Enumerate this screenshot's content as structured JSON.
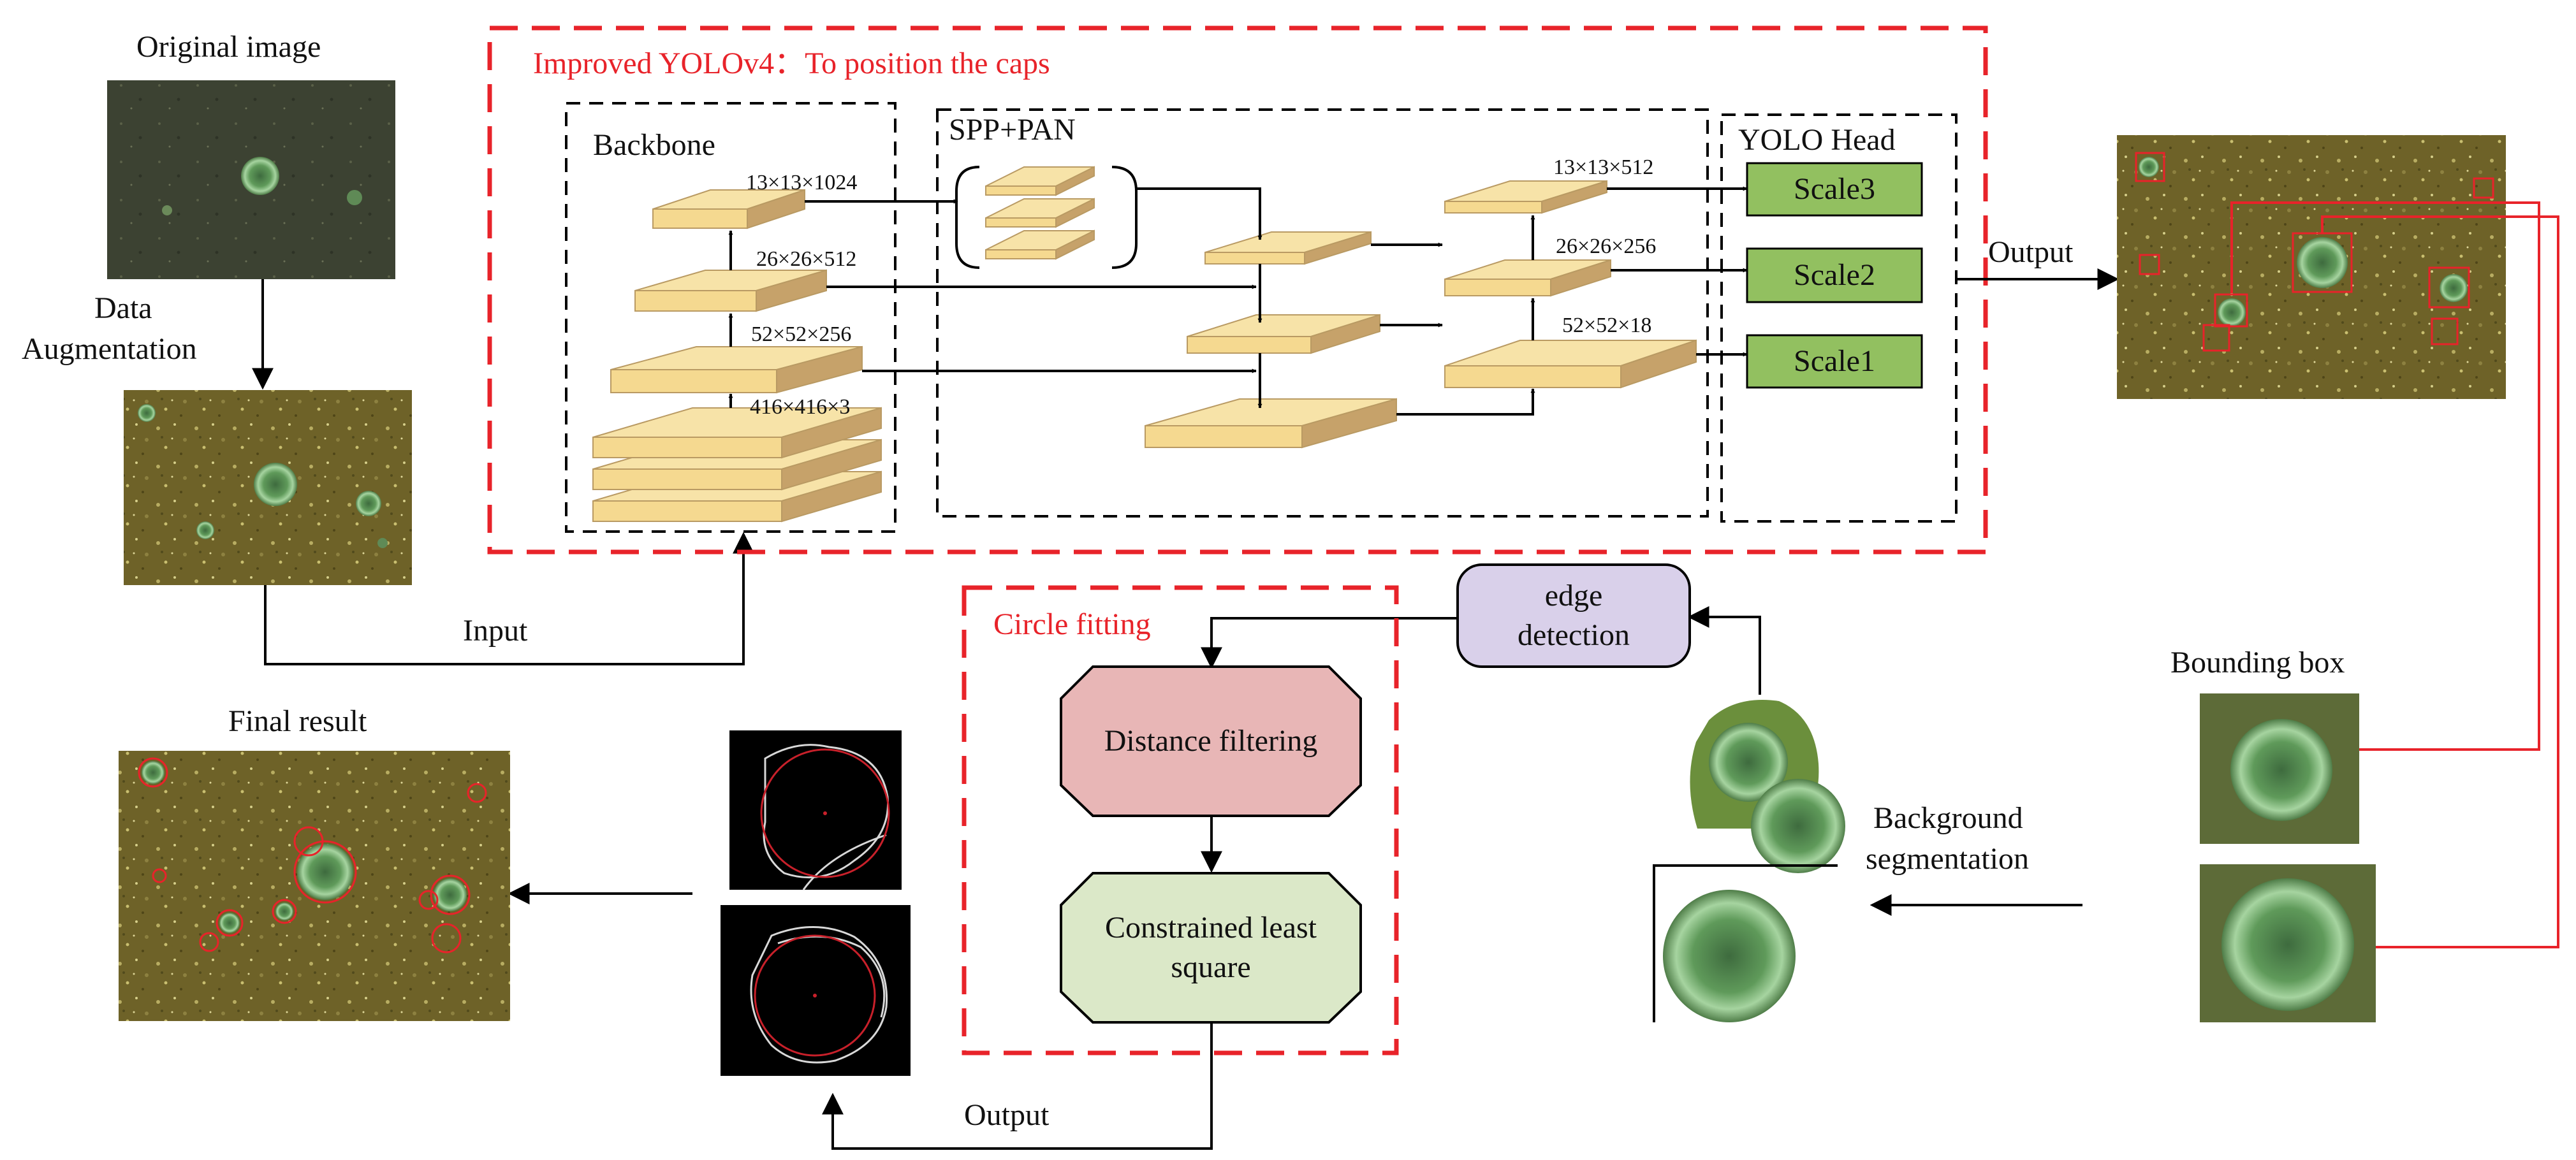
{
  "images": {
    "original_label": "Original image",
    "augmentation_label_line1": "Data",
    "augmentation_label_line2": "Augmentation",
    "input_label": "Input",
    "final_label": "Final result",
    "bounding_label": "Bounding box",
    "output_right_label": "Output",
    "background_label_line1": "Background",
    "background_label_line2": "segmentation",
    "output_bottom_label": "Output"
  },
  "yolo": {
    "title": "Improved YOLOv4：To position the caps",
    "backbone_label": "Backbone",
    "spp_label": "SPP+PAN",
    "head_label": "YOLO Head",
    "backbone_dims": [
      "13×13×1024",
      "26×26×512",
      "52×52×256",
      "416×416×3"
    ],
    "pan_dims": [
      "13×13×512",
      "26×26×256",
      "52×52×18"
    ],
    "scales": [
      "Scale3",
      "Scale2",
      "Scale1"
    ]
  },
  "circle_fitting": {
    "title": "Circle fitting",
    "step1": "Distance filtering",
    "step2_line1": "Constrained least",
    "step2_line2": "square"
  },
  "edge": {
    "line1": "edge",
    "line2": "detection"
  },
  "colors": {
    "red_dashed": "#e8232a",
    "layer_top": "#f7e3a8",
    "layer_side": "#c6a26a",
    "scale_fill": "#92c060",
    "edge_fill": "#d9d0ea",
    "distance_fill": "#e8b6b6",
    "least_square_fill": "#dbe8c8",
    "photo_soil": "#6e6228"
  }
}
